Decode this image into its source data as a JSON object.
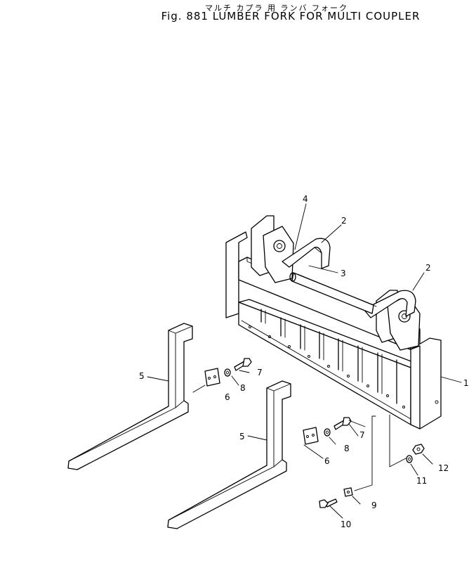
{
  "title_japanese": "マルチ カプラ 用 ランバ フォーク",
  "title_english": "Fig. 881 LUMBER FORK FOR MULTI COUPLER",
  "callouts": {
    "n1": "1",
    "n2a": "2",
    "n2b": "2",
    "n3": "3",
    "n4": "4",
    "n5a": "5",
    "n5b": "5",
    "n6a": "6",
    "n6b": "6",
    "n7a": "7",
    "n7b": "7",
    "n8a": "8",
    "n8b": "8",
    "n9": "9",
    "n10": "10",
    "n11": "11",
    "n12": "12"
  }
}
